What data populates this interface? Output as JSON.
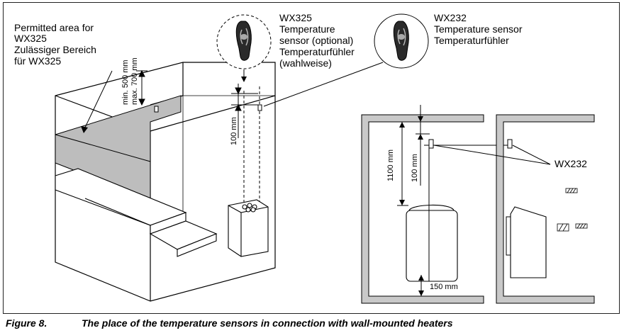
{
  "labels": {
    "permitted_area": [
      "Permitted area for",
      "WX325",
      "Zulässiger Bereich",
      "für WX325"
    ],
    "min_dim": "min. 500 mm",
    "max_dim": "max. 700 mm",
    "dim_100_left": "100 mm",
    "wx325": [
      "WX325",
      "Temperature",
      "sensor (optional)",
      "Temperaturfühler",
      "(wahlweise)"
    ],
    "wx232": [
      "WX232",
      "Temperature sensor",
      "Temperaturfühler"
    ],
    "dim_1100": "1100 mm",
    "dim_100_right": "100 mm",
    "dim_150": "150 mm",
    "wx232_side": "WX232"
  },
  "caption": {
    "figure": "Figure 8.",
    "text": "The place of the temperature sensors in connection with wall-mounted heaters"
  },
  "colors": {
    "wall_gray": "#c9c9c9",
    "band_gray": "#bdbdbd",
    "line": "#000000"
  }
}
